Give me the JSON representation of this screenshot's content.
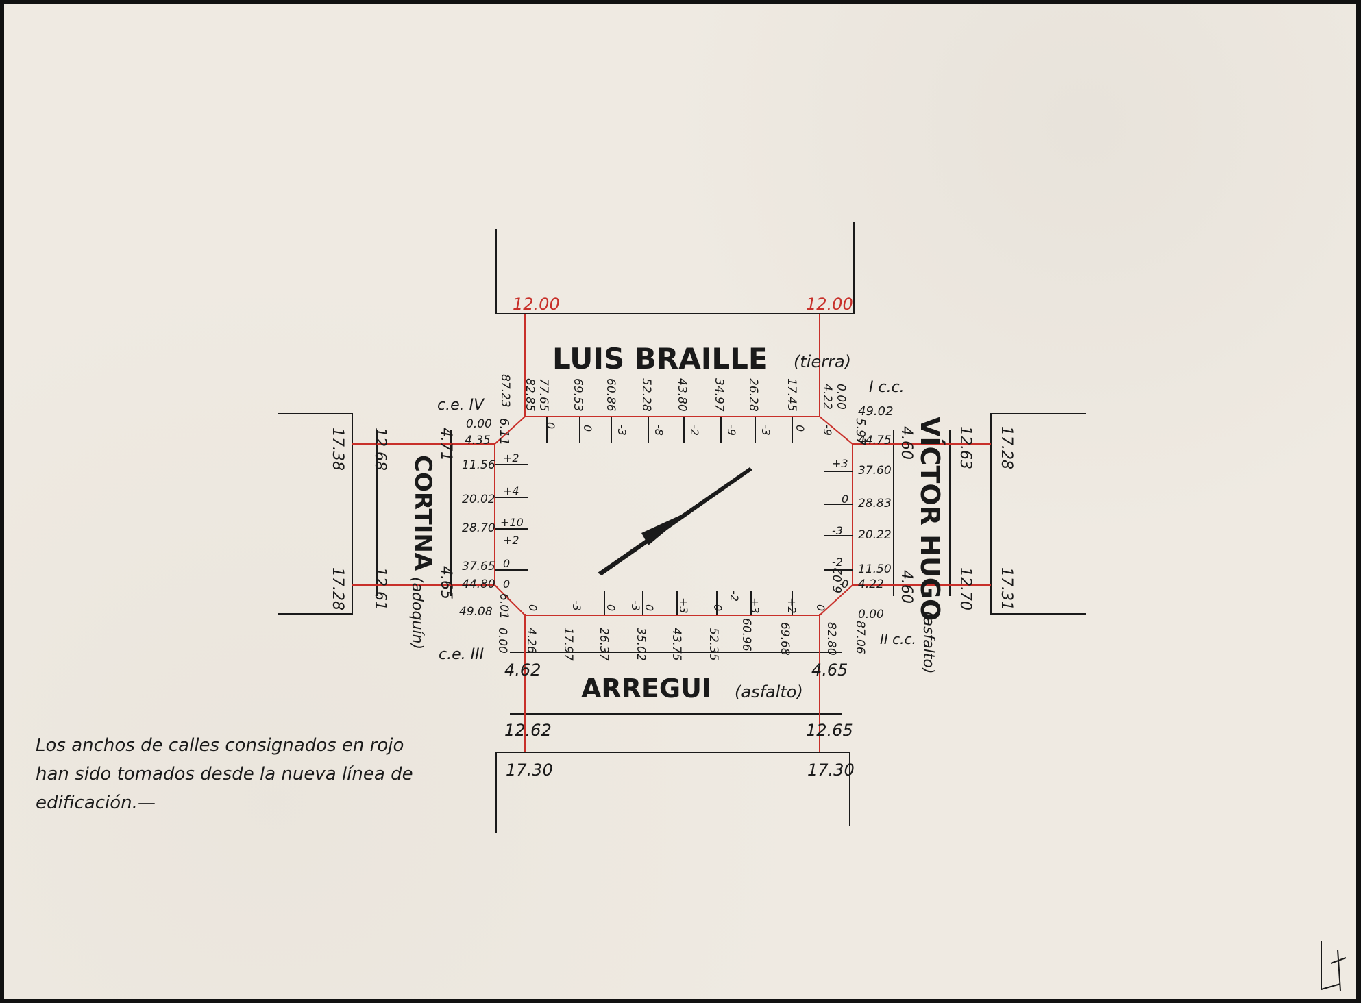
{
  "streets": {
    "north": "LUIS BRAILLE",
    "north_surface": "(tierra)",
    "south": "ARREGUI",
    "south_surface": "(asfalto)",
    "west": "CORTINA",
    "west_surface": "(adoquín)",
    "east": "VÍCTOR HUGO",
    "east_surface": "(asfalto)"
  },
  "corners": {
    "nw": "c.e. IV",
    "ne": "I c.c.",
    "sw": "c.e. III",
    "se": "II c.c."
  },
  "widths": {
    "north_left": "12.00",
    "north_right": "12.00",
    "south_left_inner": "4.62",
    "south_right_inner": "4.65",
    "south_left_red": "12.62",
    "south_right_red": "12.65",
    "south_left_outer": "17.30",
    "south_right_outer": "17.30",
    "west_top_outer": "17.38",
    "west_top_red": "12.68",
    "west_top_inner": "4.71",
    "west_bottom_outer": "17.28",
    "west_bottom_red": "12.61",
    "west_bottom_inner": "4.65",
    "east_top_inner": "4.60",
    "east_top_red": "12.63",
    "east_top_outer": "17.28",
    "east_bottom_inner": "4.60",
    "east_bottom_red": "12.70",
    "east_bottom_outer": "17.31"
  },
  "north_side": {
    "distances": [
      "87.23",
      "82.85",
      "77.65",
      "69.53",
      "60.86",
      "52.28",
      "43.80",
      "34.97",
      "26.28",
      "17.45",
      "4.22",
      "0.00"
    ],
    "levels": [
      "0",
      "0",
      "-3",
      "-8",
      "-2",
      "-9",
      "-3",
      "0",
      "-9"
    ],
    "corner_nw": "6.11",
    "corner_ne": "5.97",
    "end_value": "49.02"
  },
  "west_side": {
    "distances": [
      "0.00",
      "4.35",
      "11.56",
      "20.02",
      "28.70",
      "37.65",
      "44.80",
      "49.08"
    ],
    "levels": [
      "+2",
      "+4",
      "+10",
      "+2",
      "0",
      "0"
    ]
  },
  "east_side": {
    "distances": [
      "44.75",
      "37.60",
      "28.83",
      "20.22",
      "11.50",
      "4.22",
      "0.00"
    ],
    "levels": [
      "+3",
      "0",
      "-3",
      "-2",
      "0"
    ]
  },
  "south_side": {
    "distances": [
      "0.00",
      "4.26",
      "17.97",
      "26.37",
      "35.02",
      "43.75",
      "52.35",
      "60.96",
      "69.68",
      "82.80",
      "87.06"
    ],
    "levels": [
      "0",
      "-3",
      "0",
      "-3",
      "0",
      "+3",
      "0",
      "-2",
      "+3",
      "+2",
      "0"
    ],
    "corner_sw": "6.01",
    "corner_se": "6.02"
  },
  "note": {
    "line1": "Los anchos de calles consignados en rojo",
    "line2": "han sido tomados desde la nueva línea de",
    "line3": "edificación.—"
  }
}
